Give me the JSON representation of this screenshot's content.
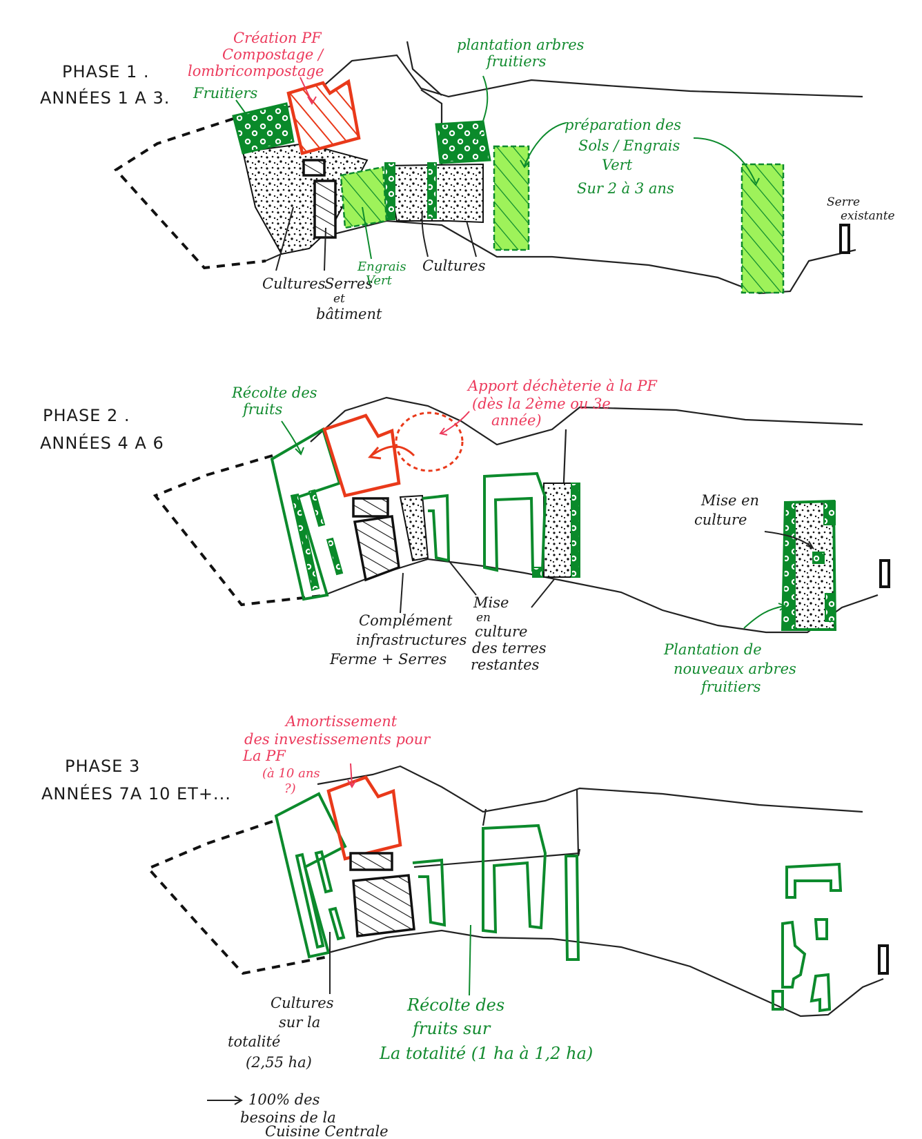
{
  "phase1": {
    "title_line1": "PHASE 1 .",
    "title_line2": "ANNÉES 1 A 3.",
    "creation_line1": "Création PF",
    "creation_line2": "Compostage /",
    "creation_line3": "lombricompostage",
    "fruitiers": "Fruitiers",
    "plantation_line1": "plantation arbres",
    "plantation_line2": "fruitiers",
    "prep_line1": "préparation des",
    "prep_line2": "Sols / Engrais",
    "prep_line3": "Vert",
    "prep_line4": "Sur 2 à 3 ans",
    "serre_line1": "Serre",
    "serre_line2": "existante",
    "cultures_left": "Cultures",
    "serres_line1": "Serres",
    "serres_line2": "et",
    "serres_line3": "bâtiment",
    "engrais_line1": "Engrais",
    "engrais_line2": "Vert",
    "cultures_right": "Cultures"
  },
  "phase2": {
    "title_line1": "PHASE 2 .",
    "title_line2": "ANNÉES 4 A 6",
    "recolte_line1": "Récolte des",
    "recolte_line2": "fruits",
    "apport_line1": "Apport déchèterie à la PF",
    "apport_line2": "(dès la 2ème ou 3e",
    "apport_line3": "année)",
    "mise_culture_line1": "Mise en",
    "mise_culture_line2": "culture",
    "complement_line1": "Complément",
    "complement_line2": "infrastructures",
    "complement_line3": "Ferme + Serres",
    "mise_line1": "Mise",
    "mise_line2": "en",
    "mise_line3": "culture",
    "mise_line4": "des terres",
    "mise_line5": "restantes",
    "plantation_line1": "Plantation de",
    "plantation_line2": "nouveaux arbres",
    "plantation_line3": "fruitiers"
  },
  "phase3": {
    "title_line1": "PHASE 3",
    "title_line2": "ANNÉES 7A 10 ET+...",
    "amort_line1": "Amortissement",
    "amort_line2": "des investissements pour",
    "amort_line3": "La PF",
    "amort_line4": "(à 10 ans",
    "amort_line5": "?)",
    "cultures_line1": "Cultures",
    "cultures_line2": "sur la",
    "cultures_line3": "totalité",
    "cultures_line4": "(2,55 ha)",
    "besoins_line1": "100% des",
    "besoins_line2": "besoins de la",
    "besoins_line3": "Cuisine Centrale",
    "recolte_line1": "Récolte des",
    "recolte_line2": "fruits sur",
    "recolte_line3": "La totalité (1 ha à 1,2 ha)"
  },
  "colors": {
    "ink_black": "#1a1a1a",
    "ink_green": "#118a2e",
    "ink_red": "#ec3a5c",
    "highlight_green": "#9ef25a",
    "infrastructure_red": "#e9391a"
  }
}
